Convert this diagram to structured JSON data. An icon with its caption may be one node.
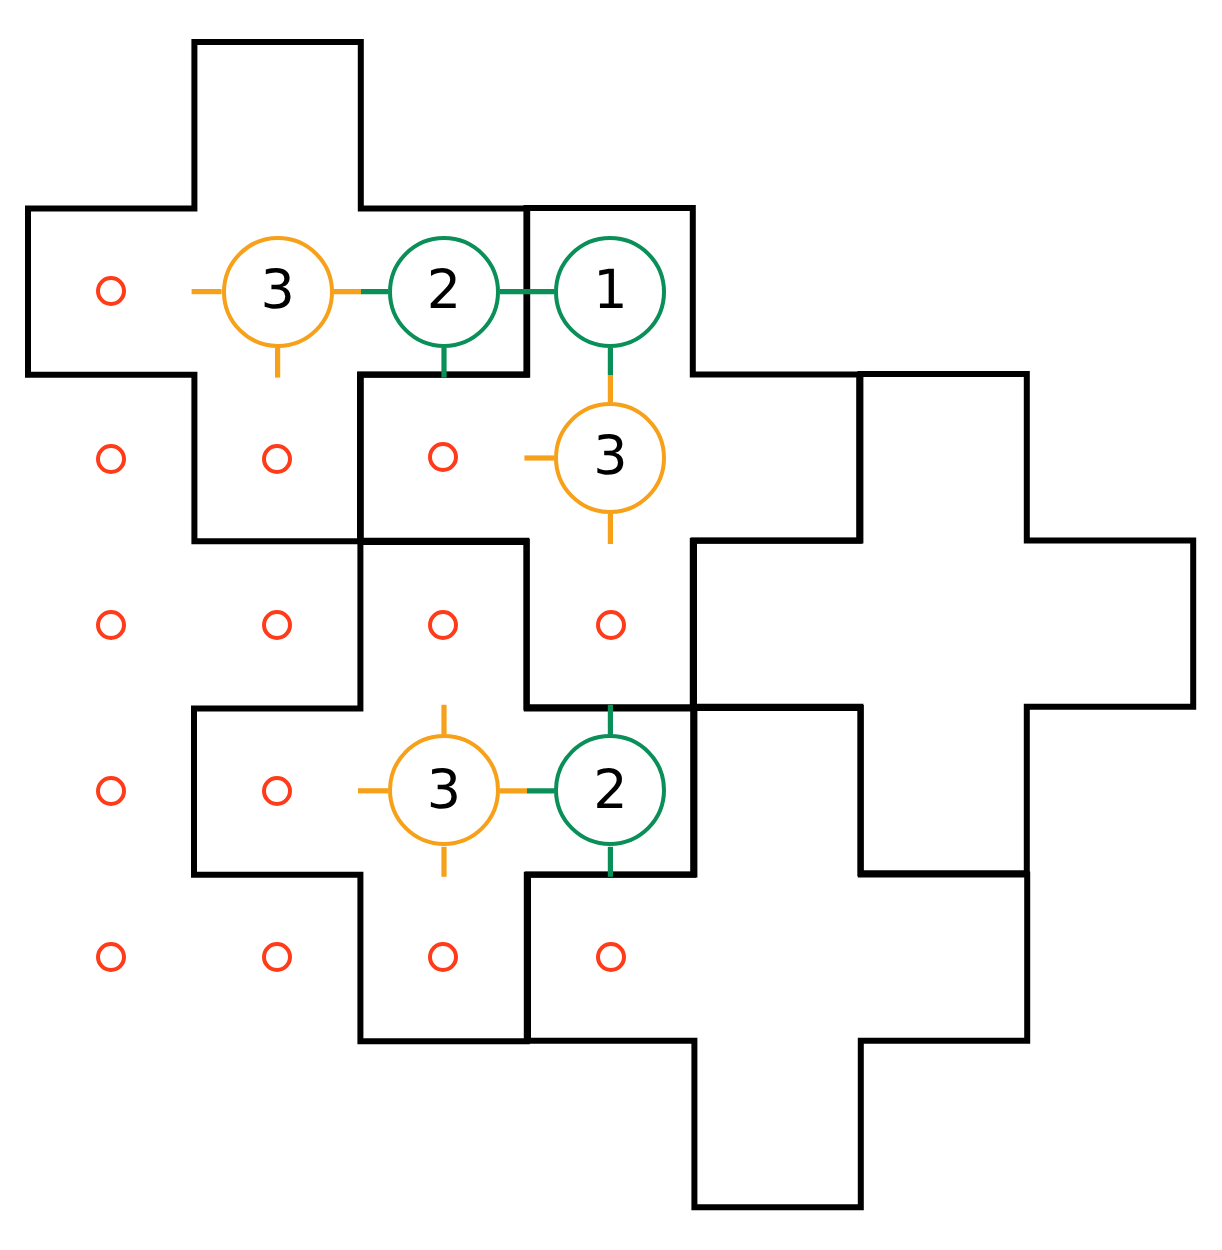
{
  "diagram": {
    "nodes": [
      {
        "text": [],
        "shape": "cross"
      },
      {
        "text": [],
        "shape": "cross"
      },
      {
        "text": [],
        "shape": "cross"
      },
      {
        "text": [],
        "shape": "cross"
      },
      {
        "text": [],
        "shape": "cross"
      },
      {
        "text": [],
        "shape": "circle",
        "in": 0
      },
      {
        "text": [
          "3"
        ],
        "in": 0
      },
      {
        "text": [
          "2"
        ],
        "in": 0
      },
      {
        "text": [
          "1"
        ],
        "in": 1
      },
      {
        "text": [],
        "shape": "circle"
      },
      {
        "text": [],
        "shape": "circle",
        "in": 0
      },
      {
        "text": [],
        "shape": "circle",
        "in": 1
      },
      {
        "text": [
          "3"
        ],
        "in": 1
      },
      {
        "text": [],
        "shape": "circle"
      },
      {
        "text": [],
        "shape": "circle"
      },
      {
        "text": [],
        "shape": "circle",
        "in": 3
      },
      {
        "text": [],
        "shape": "circle",
        "in": 1
      },
      {
        "text": [],
        "shape": "circle"
      },
      {
        "text": [],
        "shape": "circle",
        "in": 3
      },
      {
        "text": [
          "3"
        ],
        "in": 3
      },
      {
        "text": [
          "2"
        ],
        "in": 3
      },
      {
        "text": [],
        "shape": "circle"
      },
      {
        "text": [],
        "shape": "circle"
      },
      {
        "text": [],
        "shape": "circle",
        "in": 3
      },
      {
        "text": [],
        "shape": "circle",
        "in": 4
      }
    ],
    "edges": [
      {
        "from": 6,
        "to": 7,
        "arrow": "none"
      },
      {
        "from": 7,
        "to": 8,
        "arrow": "none",
        "color": "#0b8f58"
      },
      {
        "from": 8,
        "to": 12,
        "arrow": "none"
      },
      {
        "from": 19,
        "to": 20,
        "arrow": "none"
      },
      {
        "from": 6,
        "to": null,
        "arrow": "none"
      },
      {
        "from": 6,
        "to": null,
        "arrow": "none"
      },
      {
        "from": 7,
        "to": null,
        "arrow": "none",
        "color": "#0b8f58"
      },
      {
        "from": 12,
        "to": null,
        "arrow": "none"
      },
      {
        "from": 12,
        "to": null,
        "arrow": "none"
      },
      {
        "from": 19,
        "to": null,
        "arrow": "none"
      },
      {
        "from": 19,
        "to": null,
        "arrow": "none"
      },
      {
        "from": 19,
        "to": null,
        "arrow": "none"
      },
      {
        "from": 20,
        "to": 1,
        "arrow": "none",
        "color": "#0b8f58"
      },
      {
        "from": 20,
        "to": 4,
        "arrow": "none",
        "color": "#0b8f58"
      }
    ]
  }
}
